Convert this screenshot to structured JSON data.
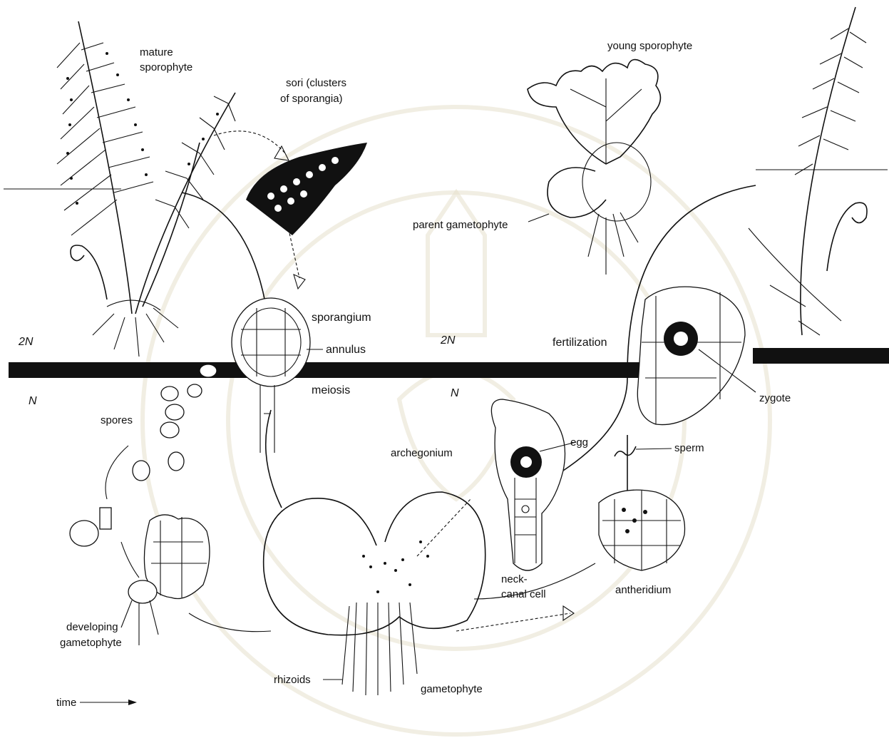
{
  "ploidy": {
    "diploid_left": "2N",
    "haploid_left": "N",
    "diploid_center": "2N",
    "haploid_center": "N"
  },
  "labels": {
    "mature_sporophyte": [
      "mature",
      "sporophyte"
    ],
    "sori": [
      "sori (clusters",
      "of sporangia)"
    ],
    "young_sporophyte": "young sporophyte",
    "parent_gametophyte": "parent gametophyte",
    "sporangium": "sporangium",
    "annulus": "annulus",
    "meiosis": "meiosis",
    "fertilization": "fertilization",
    "zygote": "zygote",
    "spores": "spores",
    "archegonium": "archegonium",
    "egg": "egg",
    "sperm": "sperm",
    "neck_canal_cell": [
      "neck-",
      "canal cell"
    ],
    "antheridium": "antheridium",
    "developing_gametophyte": [
      "developing",
      "gametophyte"
    ],
    "rhizoids": "rhizoids",
    "gametophyte": "gametophyte",
    "time": "time"
  },
  "colors": {
    "ink": "#111111",
    "watermark": "#e6e0cc"
  }
}
